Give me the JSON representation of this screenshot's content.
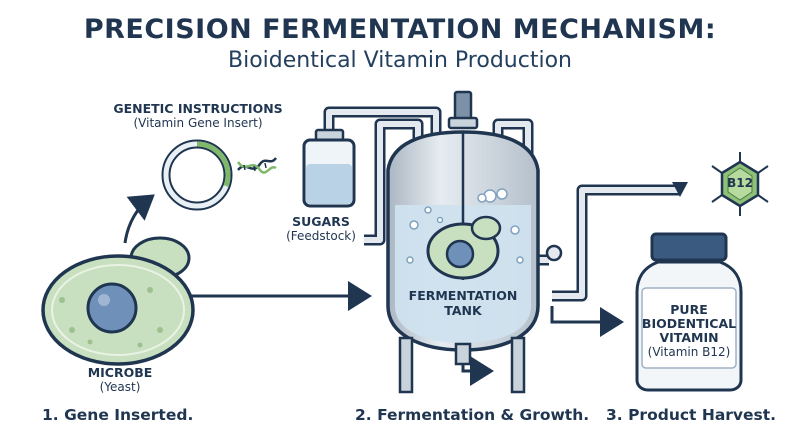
{
  "title": "PRECISION FERMENTATION MECHANISM:",
  "subtitle": "Bioidentical Vitamin Production",
  "genetic": {
    "label": "GENETIC INSTRUCTIONS",
    "sub": "(Vitamin Gene Insert)"
  },
  "sugars": {
    "label": "SUGARS",
    "sub": "(Feedstock)"
  },
  "microbe": {
    "label": "MICROBE",
    "sub": "(Yeast)"
  },
  "tank": {
    "line1": "FERMENTATION",
    "line2": "TANK"
  },
  "molecule": {
    "label": "B12"
  },
  "bottle": {
    "line1": "PURE",
    "line2": "BIODENTICAL",
    "line3": "VITAMIN",
    "line4": "(Vitamin B12)"
  },
  "steps": [
    "1. Gene Inserted.",
    "2. Fermentation & Growth.",
    "3. Product Harvest."
  ],
  "colors": {
    "outline": "#1f3550",
    "steel": "#c9d3dc",
    "liquid": "#cfe2ee",
    "cell": "#c8e0c0",
    "nucleus": "#6f90b8",
    "accent_green": "#7fb86a"
  }
}
